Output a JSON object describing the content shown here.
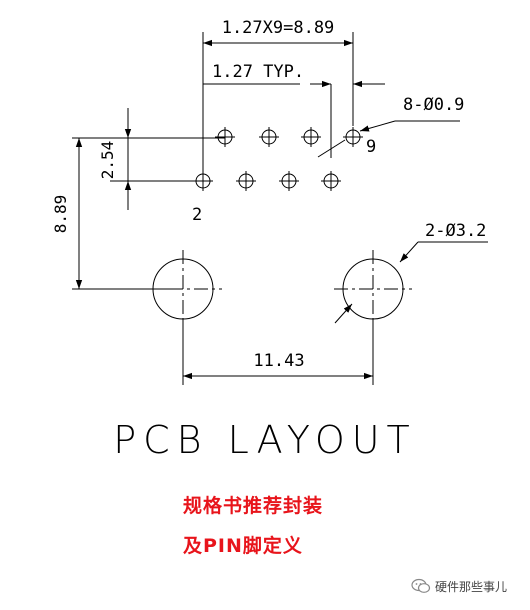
{
  "drawing": {
    "dims": {
      "pitch_total": "1.27X9=8.89",
      "pitch_typ": "1.27 TYP.",
      "pin_holes": "8-Ø0.9",
      "row_spacing": "2.54",
      "height": "8.89",
      "mount_holes": "2-Ø3.2",
      "mount_spacing": "11.43"
    },
    "pin_labels": {
      "first": "2",
      "last": "9"
    },
    "title": "PCB LAYOUT"
  },
  "annotation": {
    "line1": "规格书推荐封装",
    "line2": "及PIN脚定义",
    "color": "#e8141b"
  },
  "watermark": {
    "text": "硬件那些事儿",
    "icon": "wechat-icon"
  }
}
